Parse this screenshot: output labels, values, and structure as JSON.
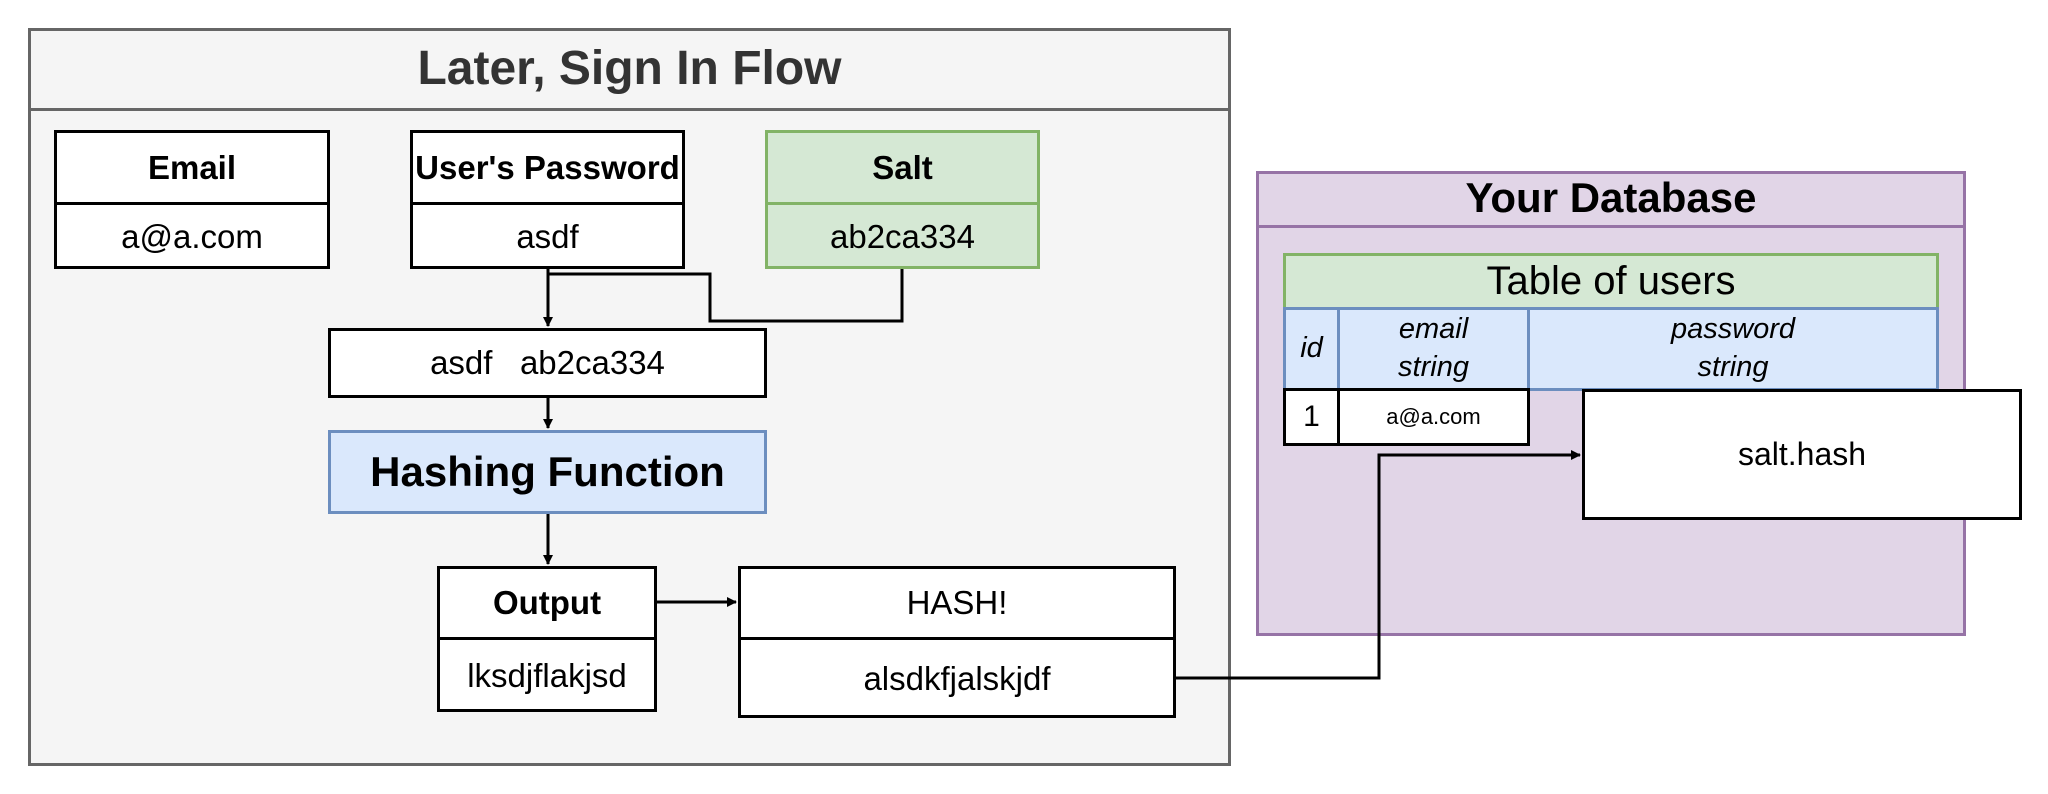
{
  "signin_flow": {
    "title": "Later, Sign In Flow",
    "email": {
      "header": "Email",
      "value": "a@a.com"
    },
    "password": {
      "header": "User's Password",
      "value": "asdf"
    },
    "salt": {
      "header": "Salt",
      "value": "ab2ca334"
    },
    "combined": "asdf   ab2ca334",
    "hashing_function": "Hashing Function",
    "output": {
      "header": "Output",
      "value": "lksdjflakjsd"
    },
    "hash": {
      "header": "HASH!",
      "value": "alsdkfjalskjdf"
    }
  },
  "database": {
    "title": "Your Database",
    "table_title": "Table of users",
    "columns": [
      {
        "name": "id"
      },
      {
        "name": "email",
        "type": "string"
      },
      {
        "name": "password",
        "type": "string"
      }
    ],
    "row": {
      "id": "1",
      "email": "a@a.com",
      "password": "salt.hash"
    }
  },
  "colors": {
    "frame_fill": "#f5f5f5",
    "frame_stroke": "#666666",
    "green_fill": "#d5e8d4",
    "green_stroke": "#82b366",
    "blue_fill": "#dae8fc",
    "blue_stroke": "#6c8ebf",
    "purple_fill": "#e1d5e7",
    "purple_stroke": "#9673a6"
  }
}
